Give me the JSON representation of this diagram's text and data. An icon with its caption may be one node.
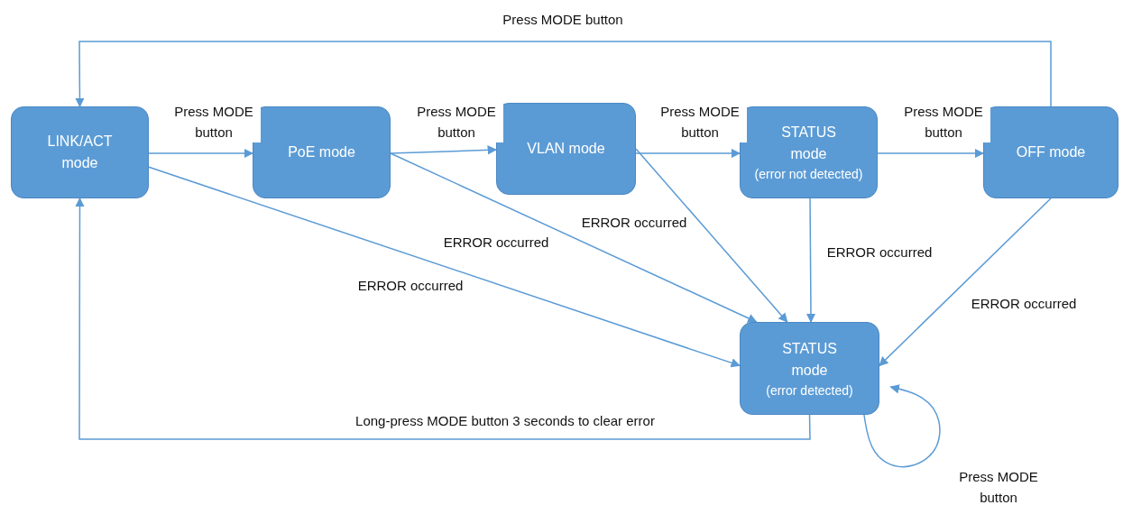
{
  "diagram": {
    "nodes": [
      {
        "text": [
          "LINK/ACT mode"
        ]
      },
      {
        "text": [
          "PoE mode"
        ]
      },
      {
        "text": [
          "VLAN mode"
        ]
      },
      {
        "text": [
          "STATUS mode",
          "(error not detected)"
        ]
      },
      {
        "text": [
          "OFF mode"
        ]
      },
      {
        "text": [
          "STATUS mode",
          "(error detected)"
        ]
      }
    ],
    "edges": [
      {
        "from": 0,
        "to": 1,
        "arrow": "to",
        "label": "Press MODE button"
      },
      {
        "from": 1,
        "to": 2,
        "arrow": "to",
        "label": "Press MODE button"
      },
      {
        "from": 2,
        "to": 3,
        "arrow": "to",
        "label": "Press MODE button"
      },
      {
        "from": 3,
        "to": 4,
        "arrow": "to",
        "label": "Press MODE button"
      },
      {
        "from": 4,
        "to": 0,
        "arrow": "to",
        "label": "Press MODE button"
      },
      {
        "from": 0,
        "to": 5,
        "arrow": "to",
        "label": "ERROR occurred"
      },
      {
        "from": 1,
        "to": 5,
        "arrow": "to",
        "label": "ERROR occurred"
      },
      {
        "from": 2,
        "to": 5,
        "arrow": "to",
        "label": "ERROR occurred"
      },
      {
        "from": 3,
        "to": 5,
        "arrow": "to",
        "label": "ERROR occurred"
      },
      {
        "from": 4,
        "to": 5,
        "arrow": "to",
        "label": "ERROR occurred"
      },
      {
        "from": 5,
        "to": 0,
        "arrow": "to",
        "label": "Long-press MODE button 3 seconds to clear error"
      },
      {
        "from": 5,
        "to": 5,
        "arrow": "to",
        "label": "Press MODE button"
      }
    ]
  }
}
